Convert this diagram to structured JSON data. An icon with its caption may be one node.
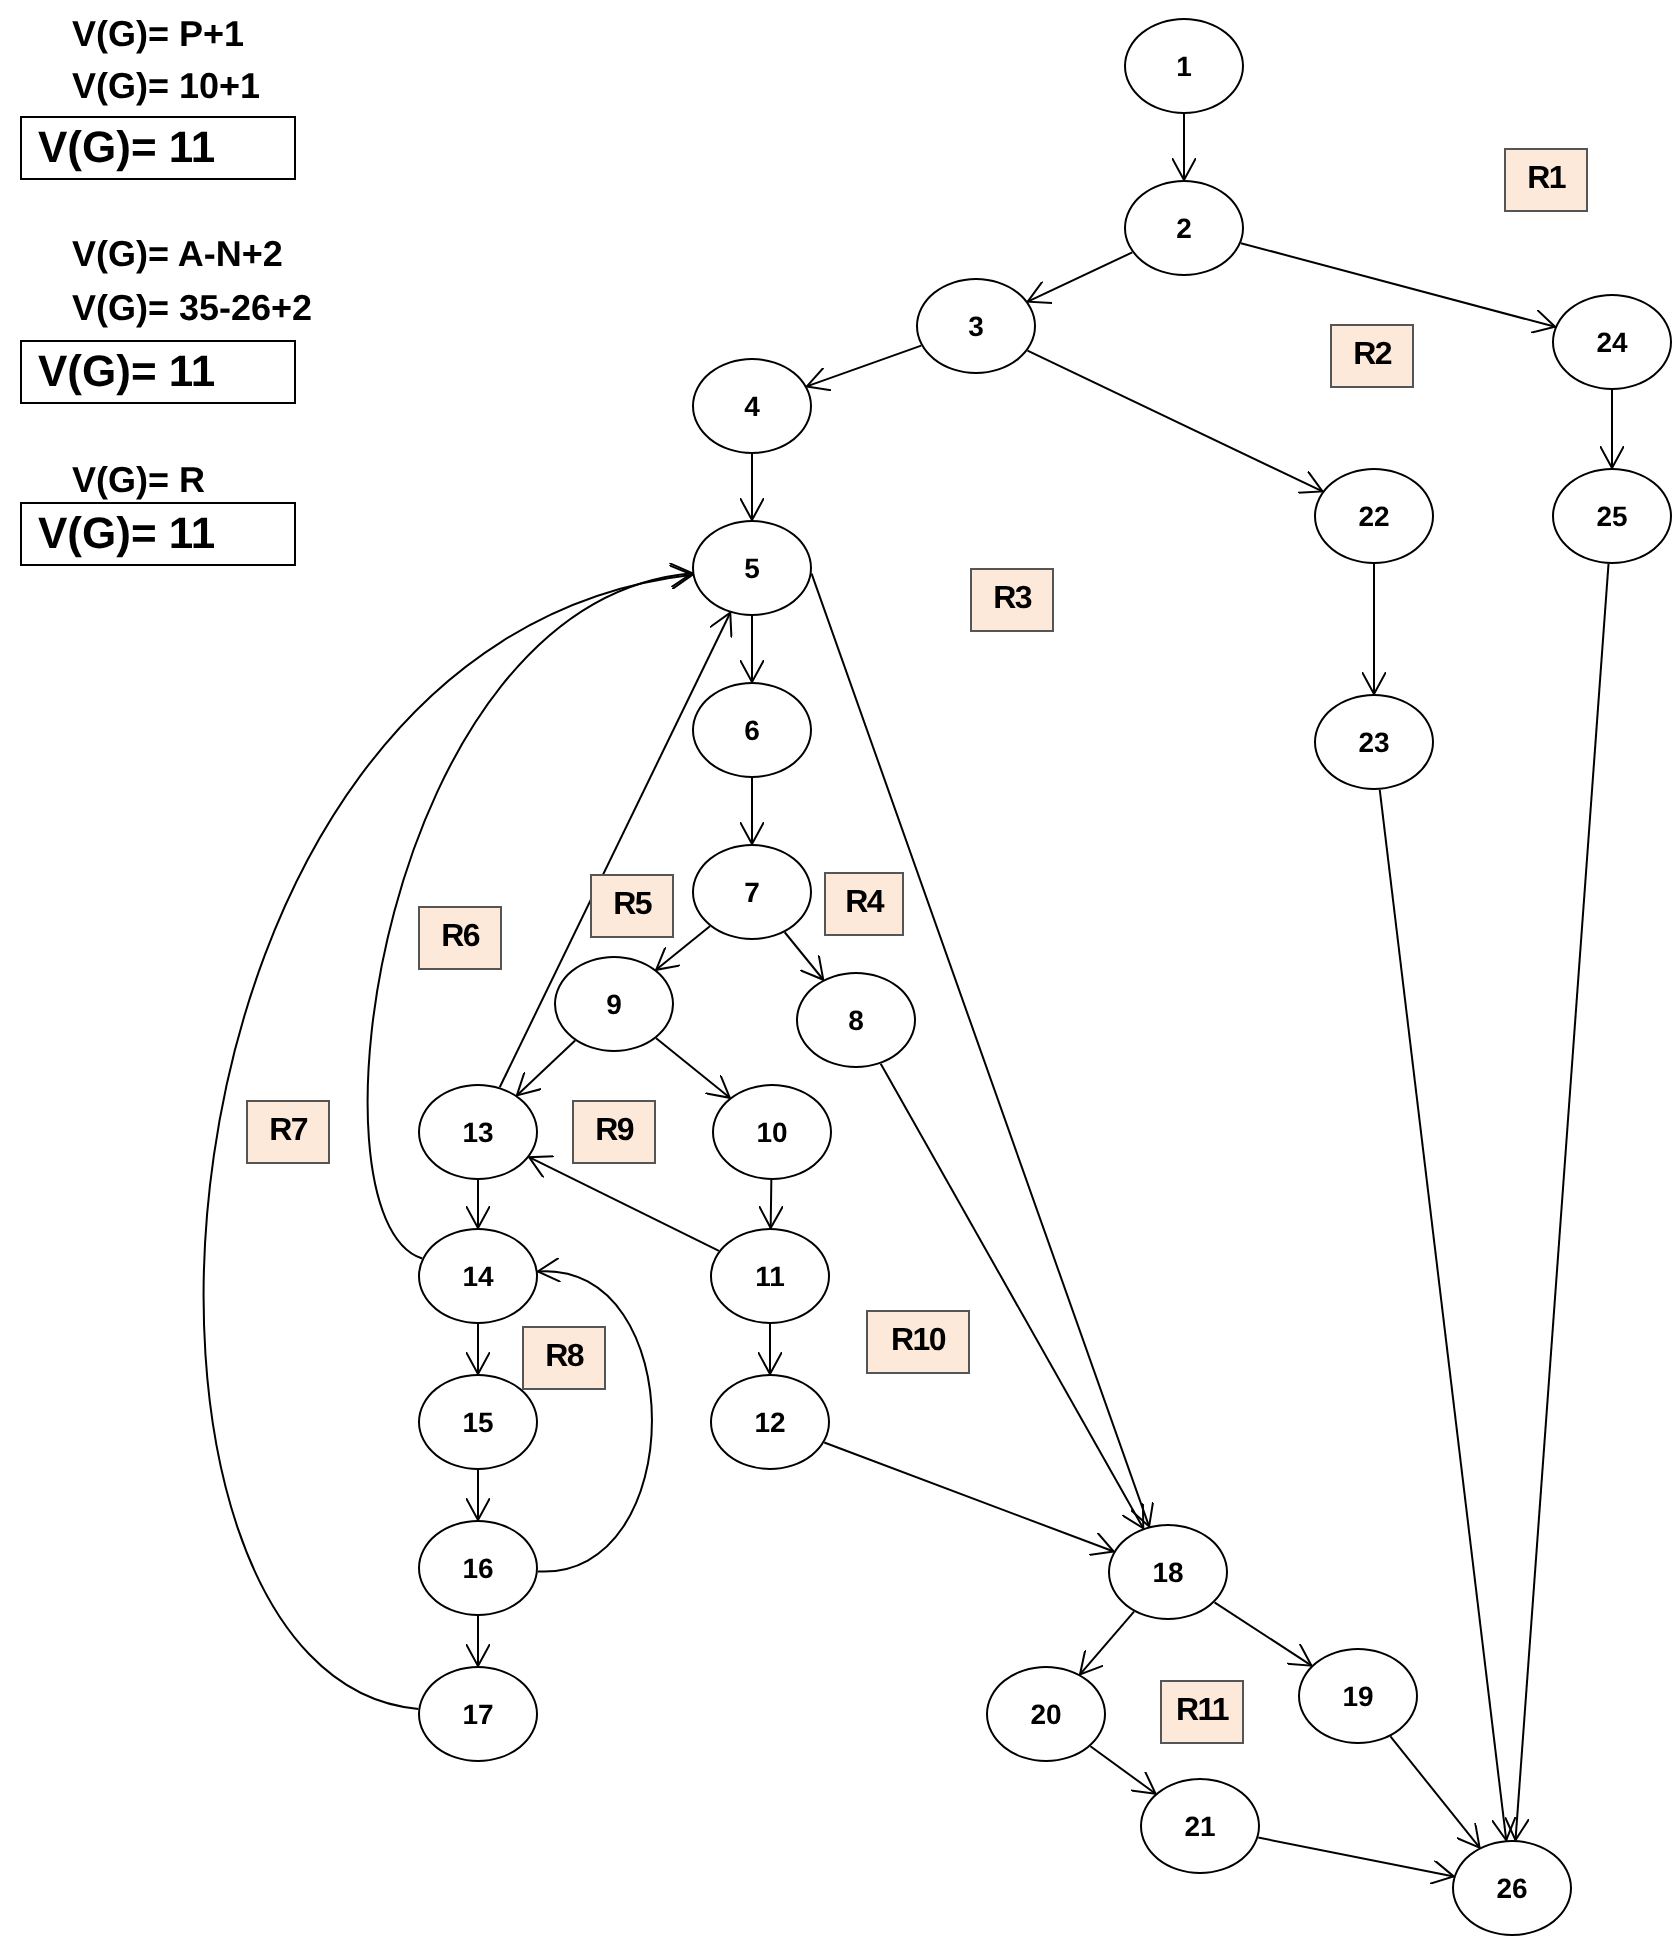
{
  "diagram": {
    "nodes": [
      {
        "text": [
          "1"
        ]
      },
      {
        "text": [
          "2"
        ]
      },
      {
        "text": [
          "3"
        ]
      },
      {
        "text": [
          "4"
        ]
      },
      {
        "text": [
          "5"
        ]
      },
      {
        "text": [
          "6"
        ]
      },
      {
        "text": [
          "7"
        ]
      },
      {
        "text": [
          "8"
        ]
      },
      {
        "text": [
          "9"
        ]
      },
      {
        "text": [
          "10"
        ]
      },
      {
        "text": [
          "11"
        ]
      },
      {
        "text": [
          "12"
        ]
      },
      {
        "text": [
          "13"
        ]
      },
      {
        "text": [
          "14"
        ]
      },
      {
        "text": [
          "15"
        ]
      },
      {
        "text": [
          "16"
        ]
      },
      {
        "text": [
          "17"
        ]
      },
      {
        "text": [
          "18"
        ]
      },
      {
        "text": [
          "19"
        ]
      },
      {
        "text": [
          "20"
        ]
      },
      {
        "text": [
          "21"
        ]
      },
      {
        "text": [
          "22"
        ]
      },
      {
        "text": [
          "23"
        ]
      },
      {
        "text": [
          "24"
        ]
      },
      {
        "text": [
          "25"
        ]
      },
      {
        "text": [
          "26"
        ]
      },
      {
        "text": [
          "R1"
        ]
      },
      {
        "text": [
          "R2"
        ]
      },
      {
        "text": [
          "R3"
        ]
      },
      {
        "text": [
          "R4"
        ]
      },
      {
        "text": [
          "R5"
        ]
      },
      {
        "text": [
          "R6"
        ]
      },
      {
        "text": [
          "R7"
        ]
      },
      {
        "text": [
          "R8"
        ]
      },
      {
        "text": [
          "R9"
        ]
      },
      {
        "text": [
          "R10"
        ]
      },
      {
        "text": [
          "R11"
        ]
      },
      {
        "text": [
          "V(G)= 11"
        ]
      },
      {
        "text": [
          "V(G)= 11"
        ]
      },
      {
        "text": [
          "V(G)= 11"
        ]
      }
    ],
    "edges": [
      {
        "from": 0,
        "to": 1,
        "arrow": "to"
      },
      {
        "from": 1,
        "to": 2,
        "arrow": "to"
      },
      {
        "from": 1,
        "to": 23,
        "arrow": "to"
      },
      {
        "from": 2,
        "to": 3,
        "arrow": "to"
      },
      {
        "from": 2,
        "to": 21,
        "arrow": "to"
      },
      {
        "from": 3,
        "to": 4,
        "arrow": "to"
      },
      {
        "from": 4,
        "to": 5,
        "arrow": "to"
      },
      {
        "from": 4,
        "to": 17,
        "arrow": "to"
      },
      {
        "from": 5,
        "to": 6,
        "arrow": "to"
      },
      {
        "from": 6,
        "to": 8,
        "arrow": "to"
      },
      {
        "from": 6,
        "to": 7,
        "arrow": "to"
      },
      {
        "from": 7,
        "to": 17,
        "arrow": "to"
      },
      {
        "from": 8,
        "to": 12,
        "arrow": "to"
      },
      {
        "from": 8,
        "to": 9,
        "arrow": "to"
      },
      {
        "from": 9,
        "to": 10,
        "arrow": "to"
      },
      {
        "from": 10,
        "to": 12,
        "arrow": "to"
      },
      {
        "from": 10,
        "to": 11,
        "arrow": "to"
      },
      {
        "from": 11,
        "to": 17,
        "arrow": "to"
      },
      {
        "from": 12,
        "to": 4,
        "arrow": "to"
      },
      {
        "from": 12,
        "to": 13,
        "arrow": "to"
      },
      {
        "from": 13,
        "to": 4,
        "arrow": "to"
      },
      {
        "from": 13,
        "to": 14,
        "arrow": "to"
      },
      {
        "from": 14,
        "to": 15,
        "arrow": "to"
      },
      {
        "from": 15,
        "to": 13,
        "arrow": "to"
      },
      {
        "from": 15,
        "to": 16,
        "arrow": "to"
      },
      {
        "from": 16,
        "to": 4,
        "arrow": "to"
      },
      {
        "from": 17,
        "to": 19,
        "arrow": "to"
      },
      {
        "from": 17,
        "to": 18,
        "arrow": "to"
      },
      {
        "from": 19,
        "to": 20,
        "arrow": "to"
      },
      {
        "from": 20,
        "to": 25,
        "arrow": "to"
      },
      {
        "from": 18,
        "to": 25,
        "arrow": "to"
      },
      {
        "from": 21,
        "to": 22,
        "arrow": "to"
      },
      {
        "from": 22,
        "to": 25,
        "arrow": "to"
      },
      {
        "from": 23,
        "to": 24,
        "arrow": "to"
      },
      {
        "from": 24,
        "to": 25,
        "arrow": "to"
      }
    ],
    "labels": [
      "V(G)= P+1",
      "V(G)= 10+1",
      "V(G)= A-N+2",
      "V(G)= 35-26+2",
      "V(G)= R"
    ]
  }
}
